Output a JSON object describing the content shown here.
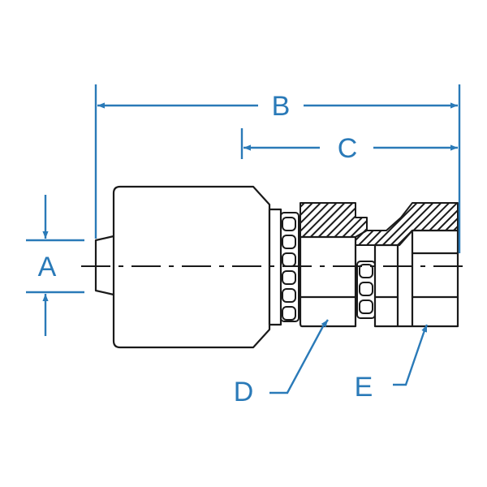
{
  "diagram": {
    "labels": {
      "a": "A",
      "b": "B",
      "c": "C",
      "d": "D",
      "e": "E"
    },
    "colors": {
      "part_outline": "#1a1a1a",
      "dimension": "#2a7ab8",
      "background": "#ffffff"
    }
  }
}
